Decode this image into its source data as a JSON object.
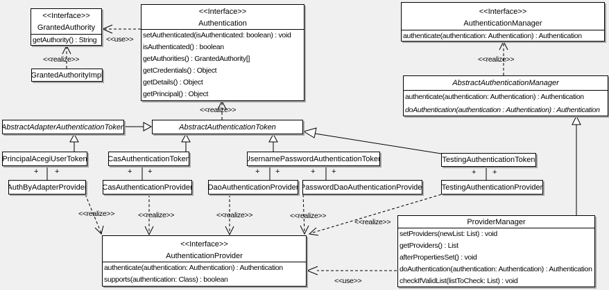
{
  "labels": {
    "use": "<<use>>",
    "realize": "<<realize>>",
    "plus": "+"
  },
  "classes": {
    "grantedAuthority": {
      "stereotype": "<<Interface>>",
      "name": "GrantedAuthority",
      "methods": [
        "getAuthority() : String"
      ]
    },
    "grantedAuthorityImpl": {
      "name": "GrantedAuthorityImpl"
    },
    "authentication": {
      "stereotype": "<<Interface>>",
      "name": "Authentication",
      "methods": [
        "setAuthenticated(isAuthenticated: boolean) : void",
        "isAuthenticated() : boolean",
        "getAuthorities() : GrantedAuthority[]",
        "getCredentials() : Object",
        "getDetails() : Object",
        "getPrincipal() : Object"
      ]
    },
    "authenticationManager": {
      "stereotype": "<<Interface>>",
      "name": "AuthenticationManager",
      "methods": [
        "authenticate(authentication: Authentication) : Authentication"
      ]
    },
    "abstractAuthenticationManager": {
      "name": "AbstractAuthenticationManager",
      "methods": [
        "authenticate(authentication: Authentication) : Authentication",
        "doAuthentication(authentication : Authentication) : Authentication"
      ]
    },
    "abstractAdapterAuthenticationToken": {
      "name": "AbstractAdapterAuthenticationToken"
    },
    "abstractAuthenticationToken": {
      "name": "AbstractAuthenticationToken"
    },
    "principalAcegiUserToken": {
      "name": "PrincipalAcegiUserToken"
    },
    "casAuthenticationToken": {
      "name": "CasAuthenticationToken"
    },
    "usernamePasswordAuthenticationToken": {
      "name": "UsernamePasswordAuthenticationToken"
    },
    "testingAuthenticationToken": {
      "name": "TestingAuthenticationToken"
    },
    "authByAdapterProvider": {
      "name": "AuthByAdapterProvider"
    },
    "casAuthenticationProvider": {
      "name": "CasAuthenticationProvider"
    },
    "daoAuthenticationProvider": {
      "name": "DaoAuthenticationProvider"
    },
    "passwordDaoAuthenticationProvider": {
      "name": "PasswordDaoAuthenticationProvider"
    },
    "testingAuthenticationProvider": {
      "name": "TestingAuthenticationProvider"
    },
    "providerManager": {
      "name": "ProviderManager",
      "methods": [
        "setProviders(newList: List) : void",
        "getProviders() : List",
        "afterPropertiesSet() : void",
        "doAuthentication(authentication: Authentication) : Authentication",
        "checkIfValidList(listToCheck: List) : void"
      ]
    },
    "authenticationProvider": {
      "stereotype": "<<Interface>>",
      "name": "AuthenticationProvider",
      "methods": [
        "authenticate(authentication: Authentication) : Authentication",
        "supports(authentication: Class) : boolean"
      ]
    }
  }
}
